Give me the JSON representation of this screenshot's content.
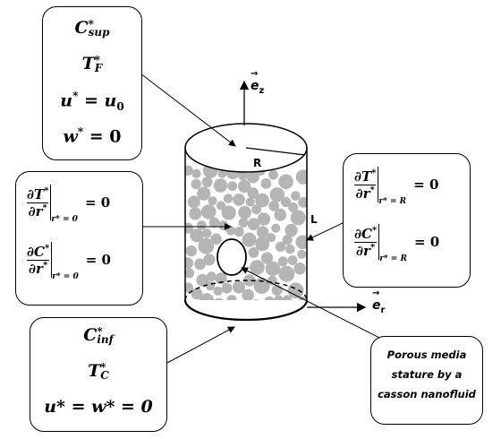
{
  "top_box": {
    "line1_base": "C",
    "line1_sup": "*",
    "line1_sub": "sup",
    "line2_base": "T",
    "line2_sup": "*",
    "line2_sub": "F",
    "line3_lhs": "u",
    "line3_sup": "*",
    "line3_eq": " = u",
    "line3_sub": "0",
    "line4_lhs": "w",
    "line4_sup": "*",
    "line4_eq": " = 0"
  },
  "left_box": {
    "d1": "∂T",
    "d2": "∂C",
    "star": "*",
    "den": "∂r",
    "eval": "r* = 0",
    "rhs": "= 0"
  },
  "right_box": {
    "d1": "∂T",
    "d2": "∂C",
    "star": "*",
    "den": "∂r",
    "eval": "r* = R",
    "rhs": "= 0"
  },
  "bottom_box": {
    "line1_base": "C",
    "line1_sup": "*",
    "line1_sub": "inf",
    "line2_base": "T",
    "line2_sup": "*",
    "line2_sub": "C",
    "line3": "u* = w* = 0"
  },
  "note_box": {
    "line1": "Porous media",
    "line2": "stature by a",
    "line3": "casson nanofluid"
  },
  "labels": {
    "radius": "R",
    "length": "L",
    "ez_vec": "→",
    "ez_base": "e",
    "ez_sub": "z",
    "er_vec": "→",
    "er_base": "e",
    "er_sub": "r"
  },
  "colors": {
    "particle": "#b5b5b5",
    "stroke": "#000000"
  }
}
